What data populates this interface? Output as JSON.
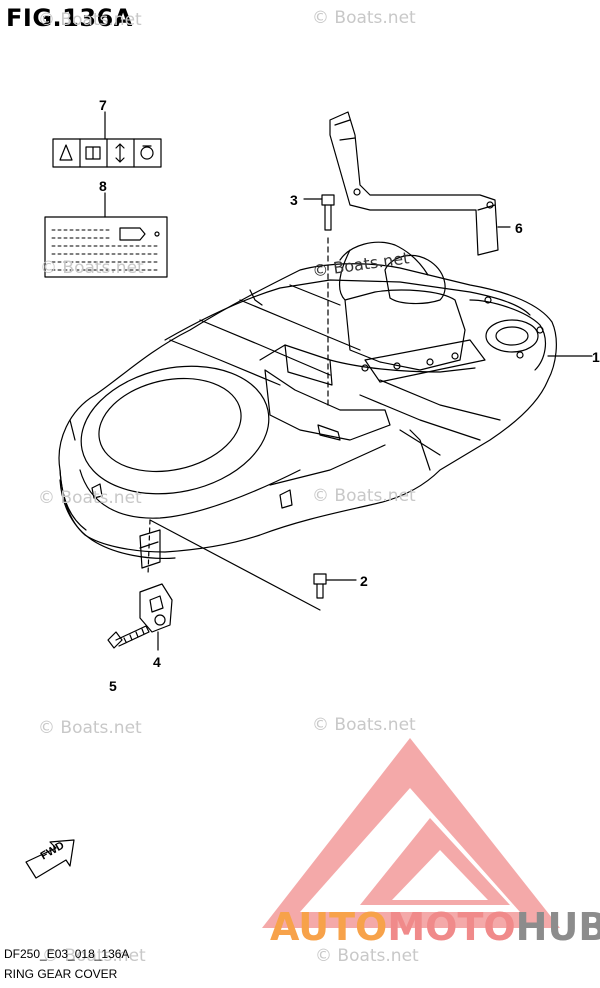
{
  "figure": {
    "title": "FIG.136A",
    "code": "DF250_E03_018_136A",
    "name": "RING GEAR COVER"
  },
  "callouts": [
    "1",
    "2",
    "3",
    "4",
    "5",
    "6",
    "7",
    "8"
  ],
  "fwd_label": "FWD",
  "watermark": {
    "text": "© Boats.net",
    "color": "#c8c8c8"
  },
  "brand": {
    "part1": "AUTO",
    "part2": "MOTO",
    "part3": "HUB",
    "color1": "#f7a24a",
    "color2": "#f08a8a",
    "color3": "#8c8c8c",
    "triangle_color": "#ef6a6a"
  }
}
